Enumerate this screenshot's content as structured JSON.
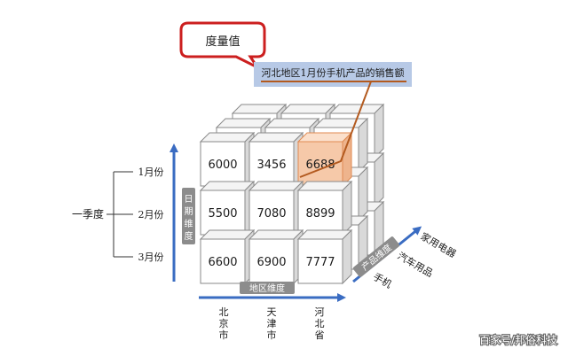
{
  "measure_bubble": {
    "label": "度量值"
  },
  "sales_caption": {
    "text": "河北地区1月份手机产品的销售额"
  },
  "quarter": {
    "label": "一季度"
  },
  "months": [
    "1月份",
    "2月份",
    "3月份"
  ],
  "date_dimension": {
    "label": "日期维度"
  },
  "region_dimension": {
    "label": "地区维度"
  },
  "product_dimension": {
    "label": "产品维度"
  },
  "cities": [
    {
      "line1": "北",
      "line2": "京",
      "line3": "市"
    },
    {
      "line1": "天",
      "line2": "津",
      "line3": "市"
    },
    {
      "line1": "河",
      "line2": "北",
      "line3": "省"
    }
  ],
  "products": [
    "手机",
    "汽车用品",
    "家用电器"
  ],
  "grid_values": [
    [
      "6000",
      "3456",
      "6688"
    ],
    [
      "5500",
      "7080",
      "8899"
    ],
    [
      "6600",
      "6900",
      "7777"
    ]
  ],
  "watermark": {
    "text": "百家号/邦俗科技"
  },
  "colors": {
    "bubble_border": "#cc1f1f",
    "caption_bg": "#b7c9e6",
    "caption_line": "#b35a1f",
    "highlight_front": "#f6c9a9",
    "highlight_top": "#fbe0cc",
    "highlight_side": "#eeb48d",
    "highlight_stroke": "#e08a52",
    "axis_blue": "#3a6cc2",
    "pill_gray": "#8c8c8c"
  }
}
